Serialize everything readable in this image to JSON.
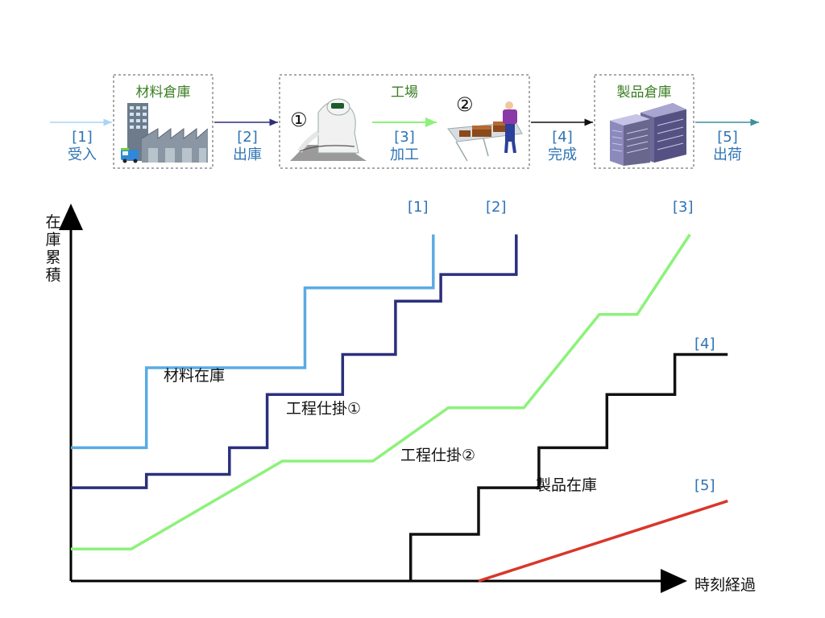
{
  "process": {
    "boxes": [
      {
        "title": "材料倉庫"
      },
      {
        "title": "工場"
      },
      {
        "title": "製品倉庫"
      }
    ],
    "flows": [
      {
        "tag": "[1]",
        "label": "受入",
        "color": "#a9d4f5"
      },
      {
        "tag": "[2]",
        "label": "出庫",
        "color": "#2b2f7c"
      },
      {
        "tag": "[3]",
        "label": "加工",
        "color": "#8cf27a"
      },
      {
        "tag": "[4]",
        "label": "完成",
        "color": "#111111"
      },
      {
        "tag": "[5]",
        "label": "出荷",
        "color": "#3a8f9a"
      }
    ],
    "step_marks": [
      "①",
      "②"
    ]
  },
  "chart_data": {
    "type": "line",
    "ylabel": "在庫累積",
    "xlabel": "時刻経過",
    "grid": false,
    "series": [
      {
        "name": "[1]",
        "color": "#5aabe2",
        "x": [
          0,
          1.0,
          1.0,
          3.1,
          3.1,
          4.8,
          4.8
        ],
        "y": [
          1.0,
          1.0,
          1.6,
          1.6,
          2.2,
          2.2,
          2.6
        ]
      },
      {
        "name": "[2]",
        "color": "#2b2f7c",
        "x": [
          0,
          1.0,
          1.0,
          2.1,
          2.1,
          2.6,
          2.6,
          3.6,
          3.6,
          4.3,
          4.3,
          4.9,
          4.9,
          5.9,
          5.9
        ],
        "y": [
          0.7,
          0.7,
          0.8,
          0.8,
          1.0,
          1.0,
          1.4,
          1.4,
          1.7,
          1.7,
          2.1,
          2.1,
          2.3,
          2.3,
          2.6
        ]
      },
      {
        "name": "[3]",
        "color": "#8cf27a",
        "x": [
          0,
          0.8,
          2.8,
          4.0,
          5.0,
          6.0,
          7.0,
          7.5,
          8.2
        ],
        "y": [
          0.24,
          0.24,
          0.9,
          0.9,
          1.3,
          1.3,
          2.0,
          2.0,
          2.6
        ]
      },
      {
        "name": "[4]",
        "color": "#111111",
        "x": [
          4.5,
          4.5,
          5.4,
          5.4,
          6.2,
          6.2,
          7.1,
          7.1,
          8.0,
          8.0,
          8.7
        ],
        "y": [
          0,
          0.35,
          0.35,
          0.7,
          0.7,
          1.0,
          1.0,
          1.4,
          1.4,
          1.7,
          1.7
        ]
      },
      {
        "name": "[5]",
        "color": "#d9362b",
        "x": [
          5.4,
          8.7
        ],
        "y": [
          0,
          0.6
        ]
      }
    ],
    "zone_labels": [
      "材料在庫",
      "工程仕掛①",
      "工程仕掛②",
      "製品在庫"
    ]
  }
}
